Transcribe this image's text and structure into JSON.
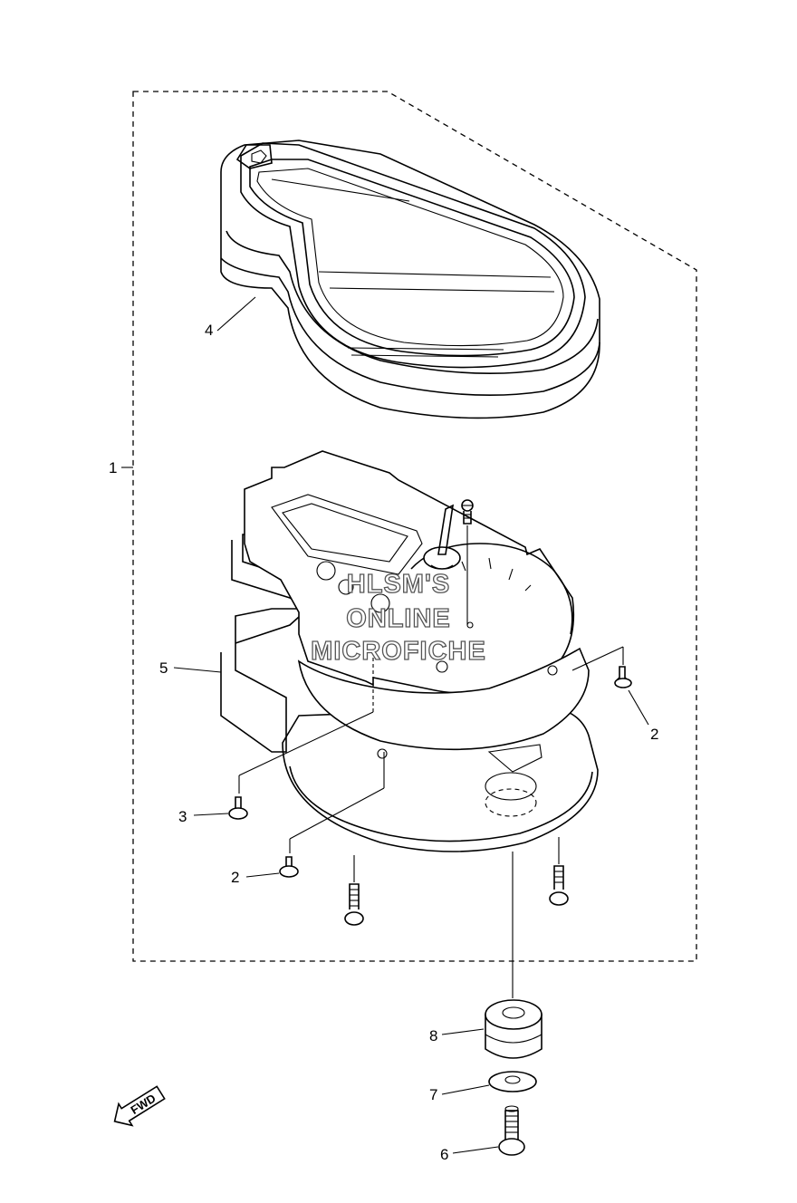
{
  "callouts": [
    {
      "id": "1",
      "label": "1"
    },
    {
      "id": "2a",
      "label": "2"
    },
    {
      "id": "2b",
      "label": "2"
    },
    {
      "id": "3",
      "label": "3"
    },
    {
      "id": "4",
      "label": "4"
    },
    {
      "id": "5",
      "label": "5"
    },
    {
      "id": "6",
      "label": "6"
    },
    {
      "id": "7",
      "label": "7"
    },
    {
      "id": "8",
      "label": "8"
    }
  ],
  "watermark": {
    "line1": "HLSM'S",
    "line2": "ONLINE",
    "line3": "MICROFICHE"
  },
  "direction": {
    "label": "FWD",
    "icon": "fwd-arrow-icon"
  }
}
